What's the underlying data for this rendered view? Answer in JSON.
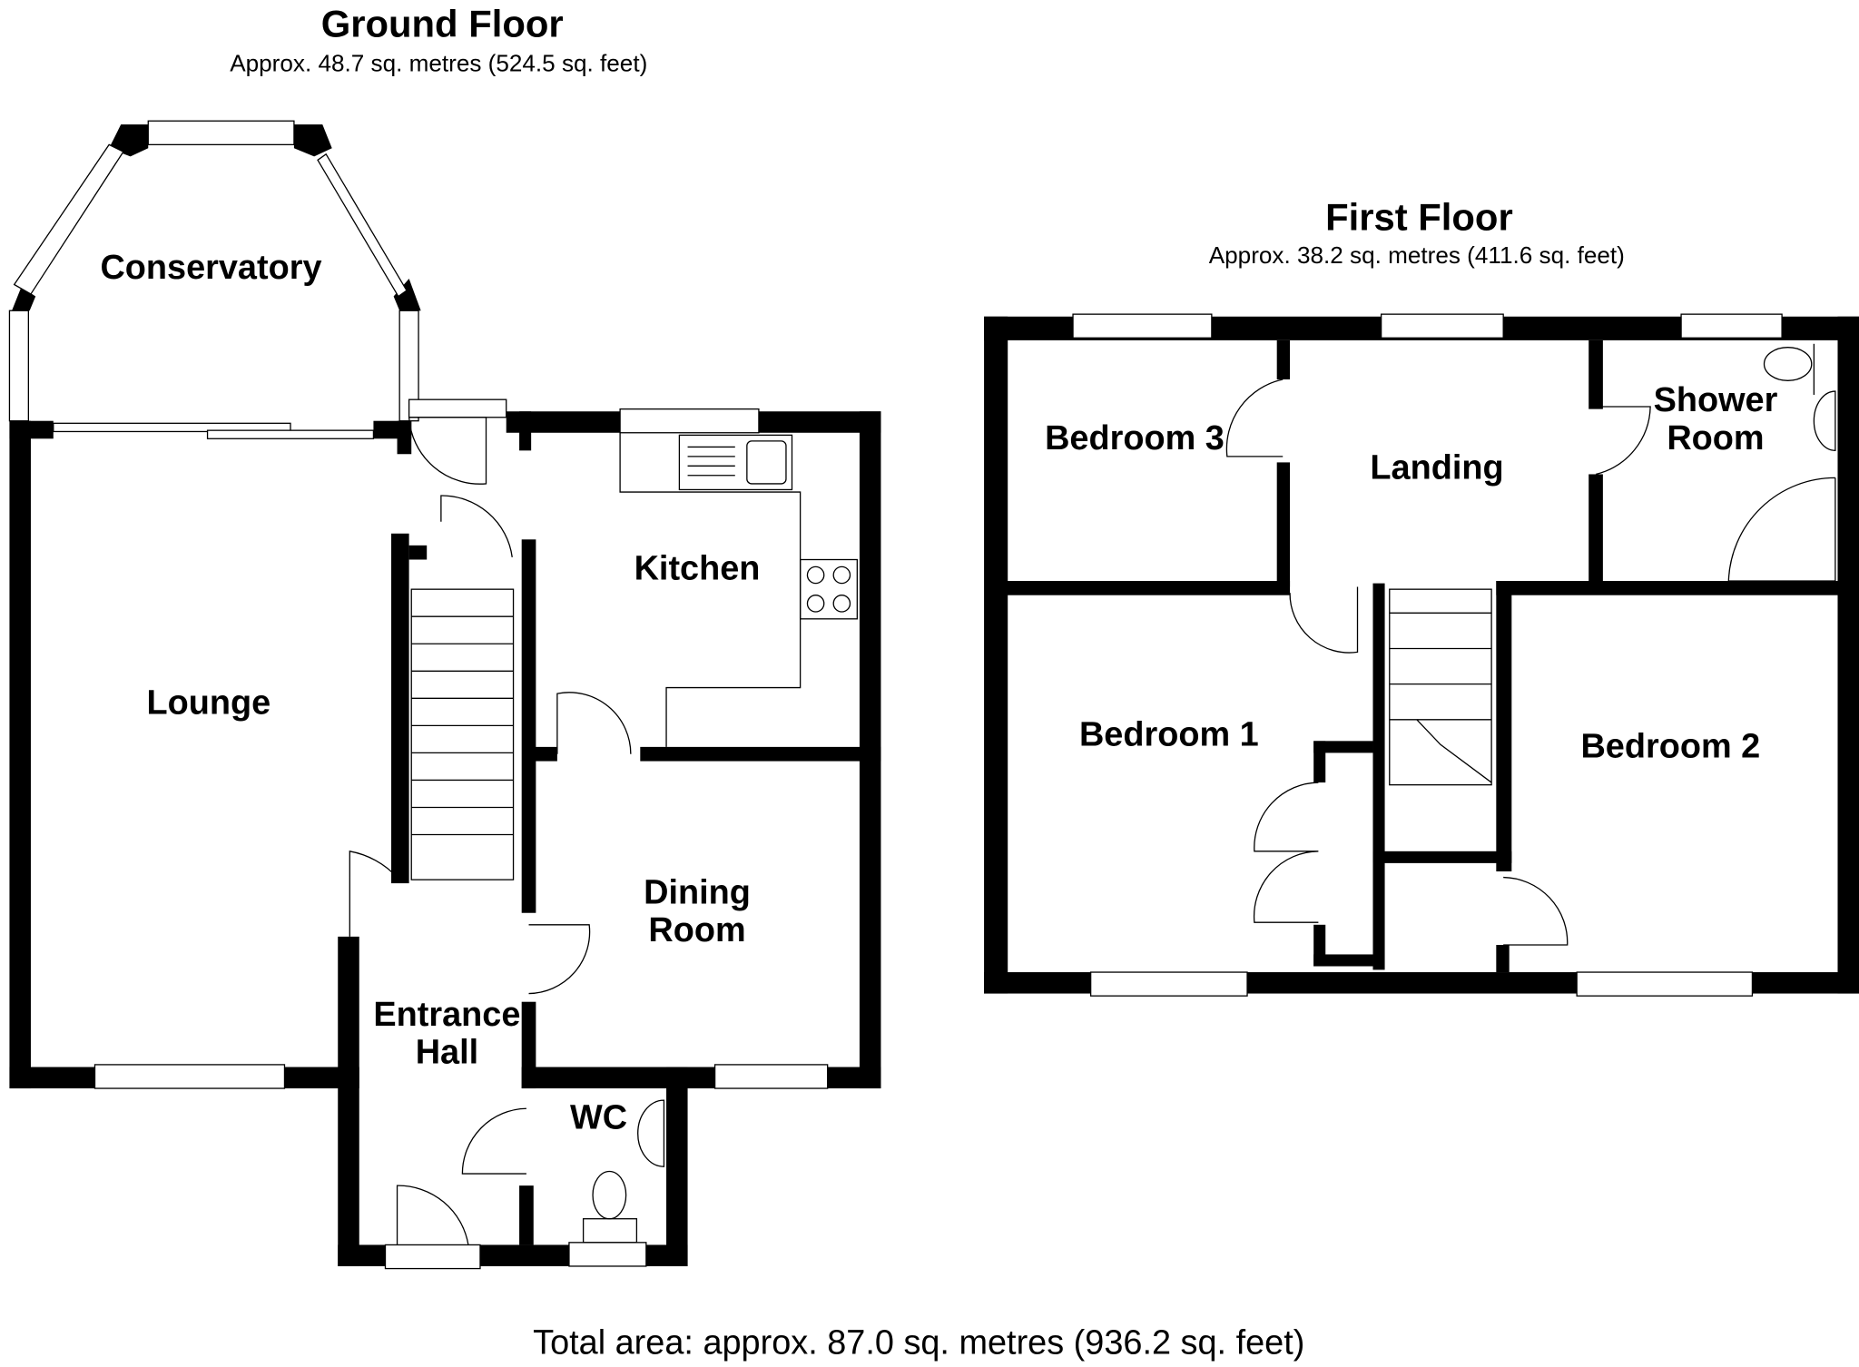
{
  "ground_floor": {
    "title": "Ground Floor",
    "area": "Approx. 48.7 sq. metres (524.5 sq. feet)",
    "rooms": {
      "conservatory": [
        "Conservatory"
      ],
      "lounge": [
        "Lounge"
      ],
      "kitchen": [
        "Kitchen"
      ],
      "dining_room": [
        "Dining",
        "Room"
      ],
      "entrance_hall": [
        "Entrance",
        "Hall"
      ],
      "wc": [
        "WC"
      ]
    }
  },
  "first_floor": {
    "title": "First Floor",
    "area": "Approx. 38.2 sq. metres (411.6 sq. feet)",
    "rooms": {
      "bedroom_3": [
        "Bedroom 3"
      ],
      "landing": [
        "Landing"
      ],
      "shower_room": [
        "Shower",
        "Room"
      ],
      "bedroom_1": [
        "Bedroom 1"
      ],
      "bedroom_2": [
        "Bedroom 2"
      ]
    }
  },
  "total_area": "Total area: approx. 87.0 sq. metres (936.2 sq. feet)"
}
